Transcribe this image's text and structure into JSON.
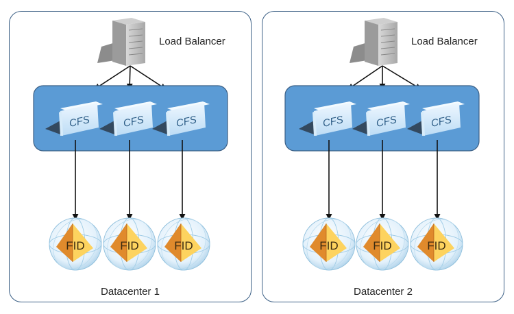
{
  "datacenters": [
    {
      "caption": "Datacenter 1",
      "load_balancer": {
        "label": "Load Balancer",
        "icon": "server-icon"
      },
      "cfs_nodes": [
        {
          "label": "CFS"
        },
        {
          "label": "CFS"
        },
        {
          "label": "CFS"
        }
      ],
      "fid_nodes": [
        {
          "label": "FID"
        },
        {
          "label": "FID"
        },
        {
          "label": "FID"
        }
      ]
    },
    {
      "caption": "Datacenter 2",
      "load_balancer": {
        "label": "Load Balancer",
        "icon": "server-icon"
      },
      "cfs_nodes": [
        {
          "label": "CFS"
        },
        {
          "label": "CFS"
        },
        {
          "label": "CFS"
        }
      ],
      "fid_nodes": [
        {
          "label": "FID"
        },
        {
          "label": "FID"
        },
        {
          "label": "FID"
        }
      ]
    }
  ],
  "colors": {
    "border": "#3b5f85",
    "cfs_cluster_fill": "#5b9bd5",
    "cfs_block": "#cfe6fb",
    "fid_orange": "#e08a2c",
    "fid_yellow": "#fdd35f",
    "sphere": "#dbeefa"
  }
}
